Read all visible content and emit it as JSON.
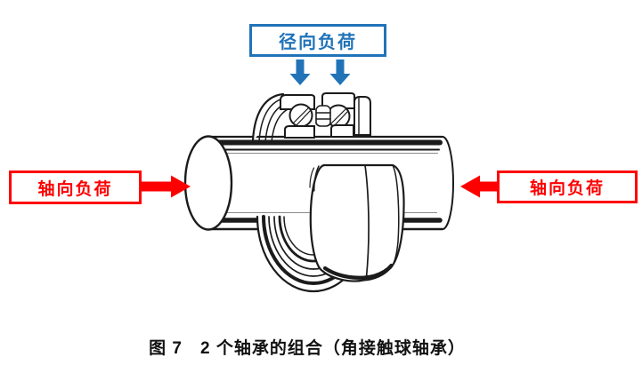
{
  "figure": {
    "caption": "图 7　2 个轴承的组合（角接触球轴承）",
    "radial_label": "径向负荷",
    "axial_left_label": "轴向负荷",
    "axial_right_label": "轴向负荷",
    "colors": {
      "radial_blue": "#2173b8",
      "axial_red": "#fe0000",
      "line_ink": "#1b1b1b",
      "background": "#ffffff"
    },
    "illustration_alt": "两个角接触球轴承安装在轴上的剖视图"
  }
}
